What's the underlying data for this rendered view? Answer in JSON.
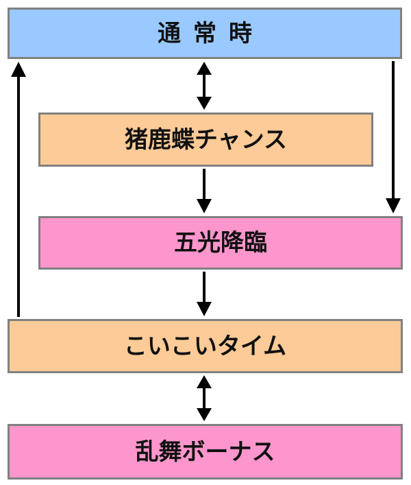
{
  "nodes": {
    "normal": {
      "label": "通常時",
      "color": "#9ac9ff"
    },
    "chance": {
      "label": "猪鹿蝶チャンス",
      "color": "#fccb97"
    },
    "gokou": {
      "label": "五光降臨",
      "color": "#fd96cc"
    },
    "koikoi": {
      "label": "こいこいタイム",
      "color": "#fccb97"
    },
    "ranbu": {
      "label": "乱舞ボーナス",
      "color": "#fd96cc"
    }
  },
  "edges": [
    {
      "from": "normal",
      "to": "chance",
      "direction": "both"
    },
    {
      "from": "chance",
      "to": "gokou",
      "direction": "forward"
    },
    {
      "from": "normal",
      "to": "gokou",
      "direction": "forward"
    },
    {
      "from": "gokou",
      "to": "koikoi",
      "direction": "forward"
    },
    {
      "from": "koikoi",
      "to": "normal",
      "direction": "forward"
    },
    {
      "from": "koikoi",
      "to": "ranbu",
      "direction": "both"
    }
  ],
  "colors": {
    "border": "#808080",
    "arrow": "#000000"
  }
}
